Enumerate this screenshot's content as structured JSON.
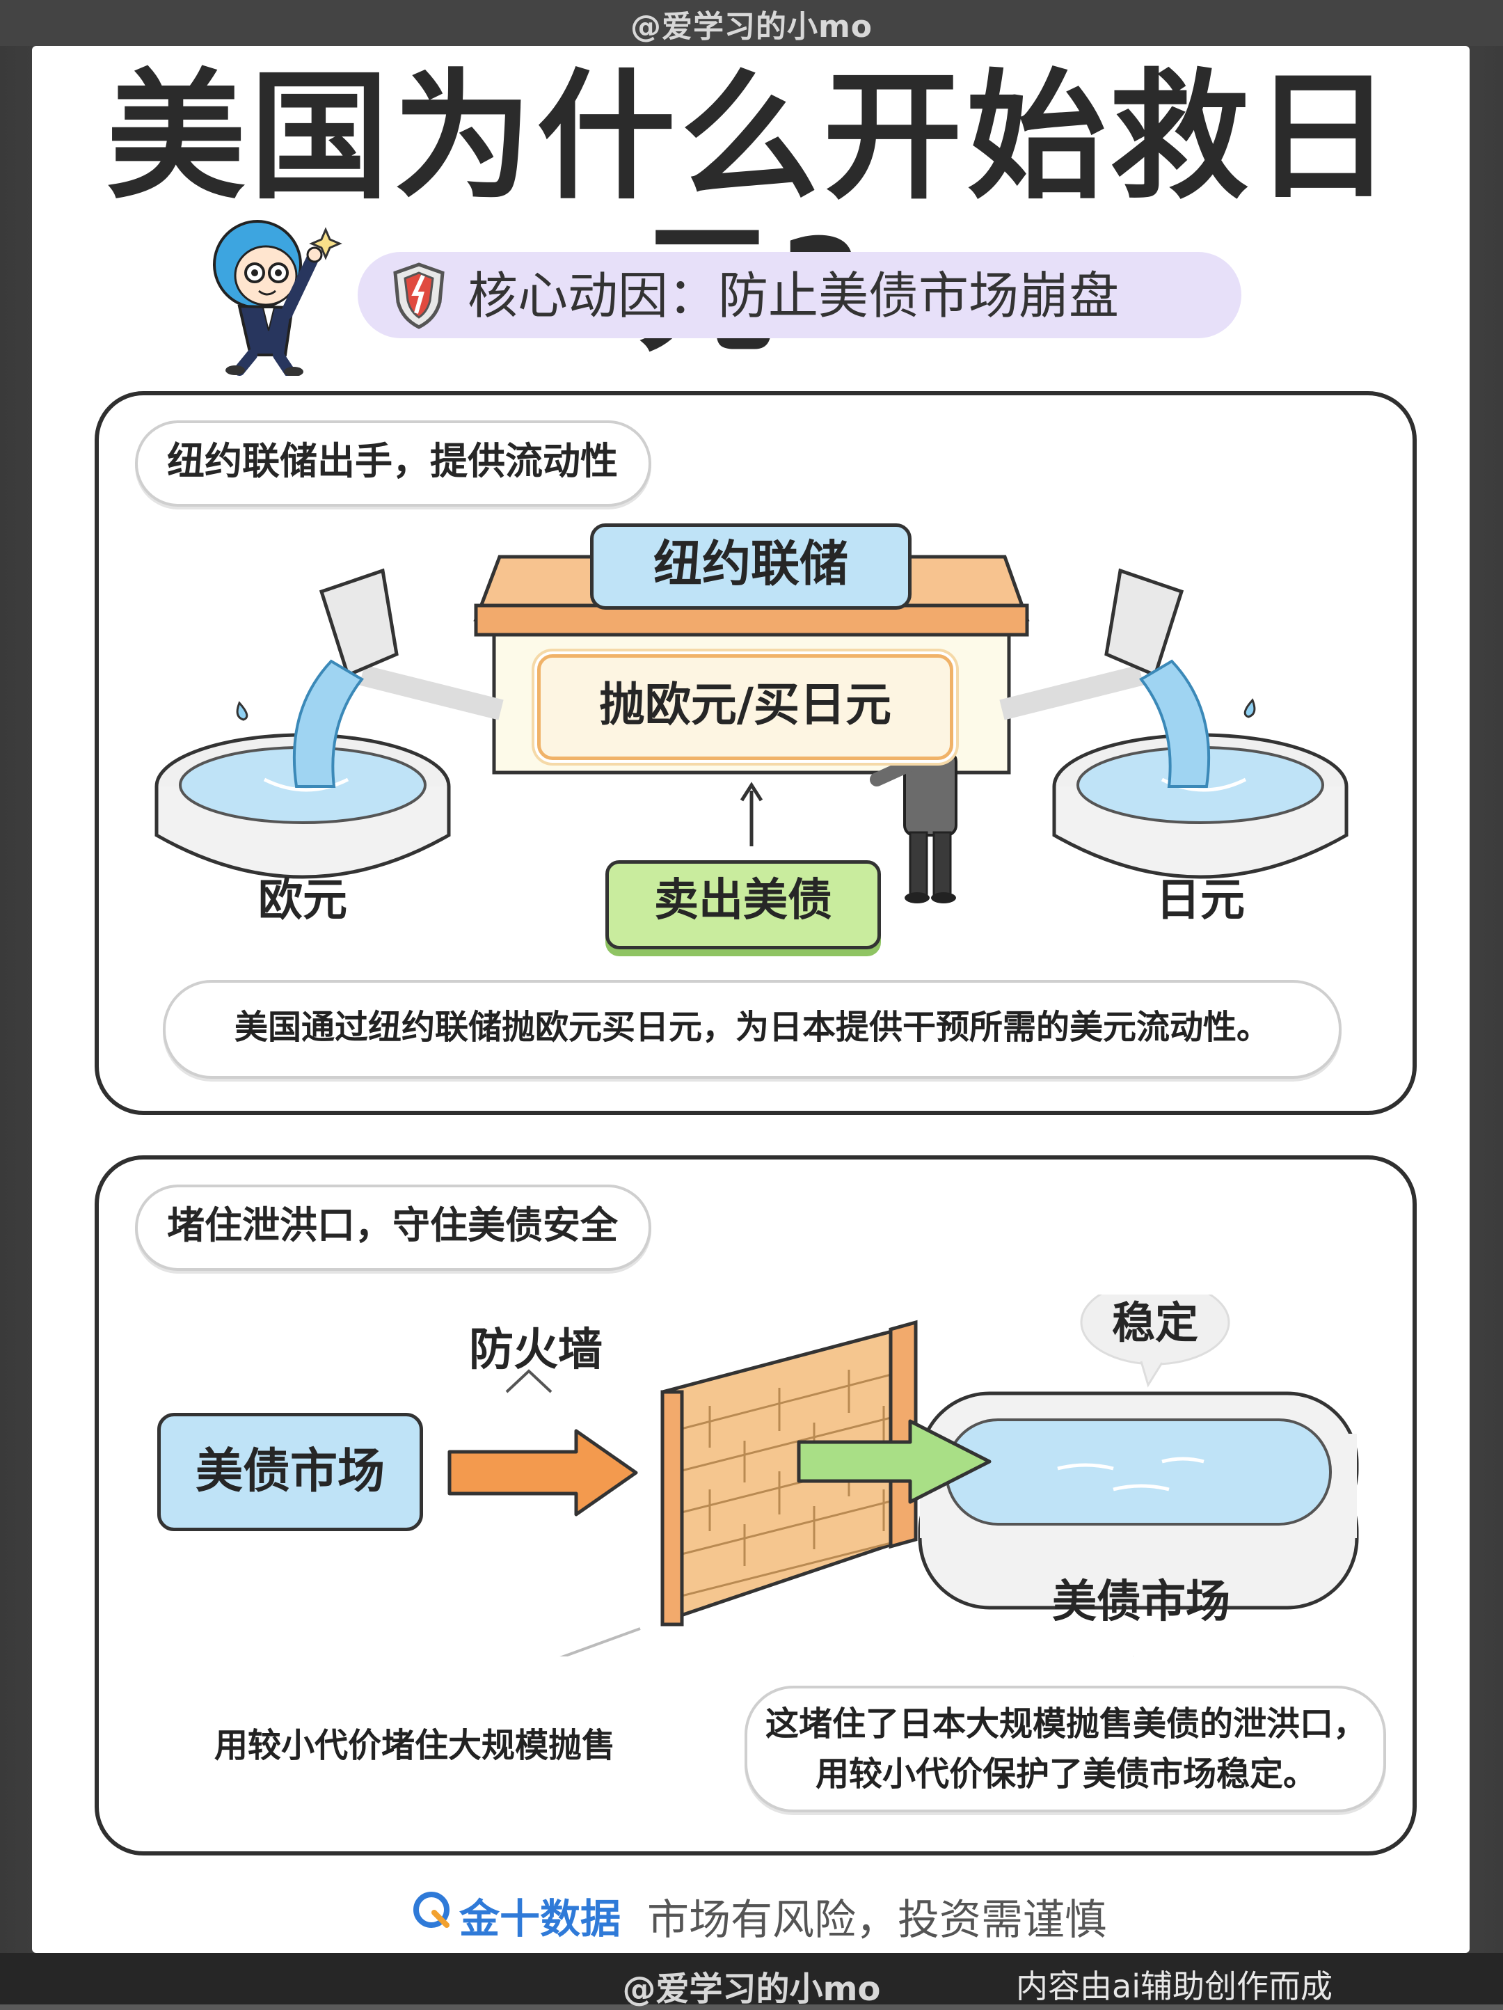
{
  "watermark_top": "@爱学习的小mo",
  "watermark_bottom": "@爱学习的小mo",
  "ai_note": "内容由ai辅助创作而成",
  "title": "美国为什么开始救日元?",
  "banner": {
    "text": "核心动因：防止美债市场崩盘",
    "icon": "shield-icon"
  },
  "section1": {
    "heading": "纽约联储出手，提供流动性",
    "building_label": "纽约联储",
    "action_label": "抛欧元/买日元",
    "sell_label": "卖出美债",
    "left_pool_label": "欧元",
    "right_pool_label": "日元",
    "caption": "美国通过纽约联储抛欧元买日元，为日本提供干预所需的美元流动性。"
  },
  "section2": {
    "heading": "堵住泄洪口，守住美债安全",
    "market_box_label": "美债市场",
    "firewall_label": "防火墙",
    "stable_label": "稳定",
    "pool_label": "美债市场",
    "left_caption": "用较小代价堵住大规模抛售",
    "right_caption_line1": "这堵住了日本大规模抛售美债的泄洪口，",
    "right_caption_line2": "用较小代价保护了美债市场稳定。"
  },
  "footer": {
    "brand": "金十数据",
    "note": "市场有风险，投资需谨慎"
  },
  "colors": {
    "banner_bg": "#e7e0f9",
    "water": "#bfe3f7",
    "building_roof": "#f7c38f",
    "sell_green": "#c9ec9e",
    "arrow_orange": "#f39a4e",
    "arrow_green": "#a9df86",
    "brick": "#f5c68f",
    "brand_blue": "#2f7ad8"
  }
}
